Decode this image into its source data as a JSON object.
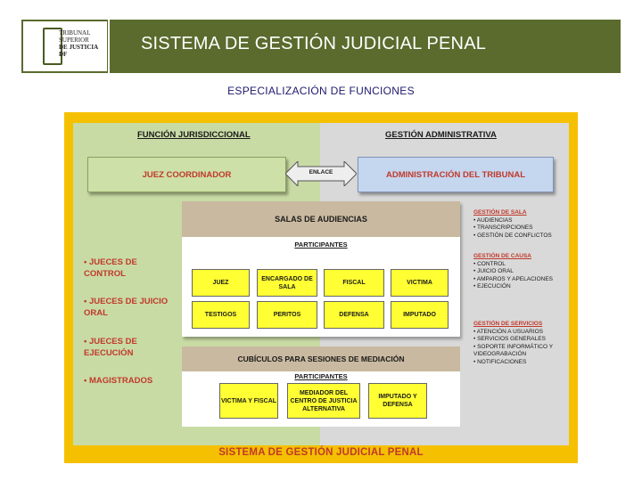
{
  "header": {
    "title": "SISTEMA DE GESTIÓN JUDICIAL PENAL",
    "logo_lines": [
      "TRIBUNAL",
      "SUPERIOR",
      "DE JUSTICIA",
      "DF"
    ]
  },
  "subtitle": "ESPECIALIZACIÓN DE FUNCIONES",
  "diagram": {
    "left_header": "FUNCIÓN JURISDICCIONAL",
    "right_header": "GESTIÓN ADMINISTRATIVA",
    "juez_coordinador": "JUEZ COORDINADOR",
    "enlace": "ENLACE",
    "administracion": "ADMINISTRACIÓN DEL TRIBUNAL",
    "salas": {
      "title": "SALAS DE AUDIENCIAS",
      "participantes_label": "PARTICIPANTES",
      "cells": [
        "JUEZ",
        "ENCARGADO DE SALA",
        "FISCAL",
        "VICTIMA",
        "TESTIGOS",
        "PERITOS",
        "DEFENSA",
        "IMPUTADO"
      ]
    },
    "cubiculos": {
      "title": "CUBÍCULOS PARA SESIONES DE MEDIACIÓN",
      "participantes_label": "PARTICIPANTES",
      "cells": [
        "VICTIMA Y FISCAL",
        "MEDIADOR DEL CENTRO DE JUSTICIA ALTERNATIVA",
        "IMPUTADO Y DEFENSA"
      ]
    },
    "left_items": [
      "• JUECES DE CONTROL",
      "• JUECES DE JUICIO ORAL",
      "• JUECES DE EJECUCIÓN",
      "• MAGISTRADOS"
    ],
    "right_groups": [
      {
        "title": "GESTIÓN DE SALA",
        "items": [
          "AUDIENCIAS",
          "TRANSCRIPCIONES",
          "GESTIÓN DE CONFLICTOS"
        ]
      },
      {
        "title": "GESTIÓN DE CAUSA",
        "items": [
          "CONTROL",
          "JUICIO ORAL",
          "AMPAROS Y APELACIONES",
          "EJECUCIÓN"
        ]
      },
      {
        "title": "GESTIÓN DE SERVICIOS",
        "items": [
          "ATENCIÓN A USUARIOS",
          "SERVICIOS GENERALES",
          "SOPORTE INFORMÁTICO Y VIDEOGRABACIÓN",
          "NOTIFICACIONES"
        ]
      }
    ],
    "bottom_title": "SISTEMA DE GESTIÓN JUDICIAL PENAL"
  },
  "colors": {
    "header_bg": "#5a6b2d",
    "frame": "#f5c000",
    "left_panel": "#c9dba5",
    "right_panel": "#d9d9d9",
    "accent_red": "#c0392b",
    "cell_yellow": "#ffff33"
  }
}
